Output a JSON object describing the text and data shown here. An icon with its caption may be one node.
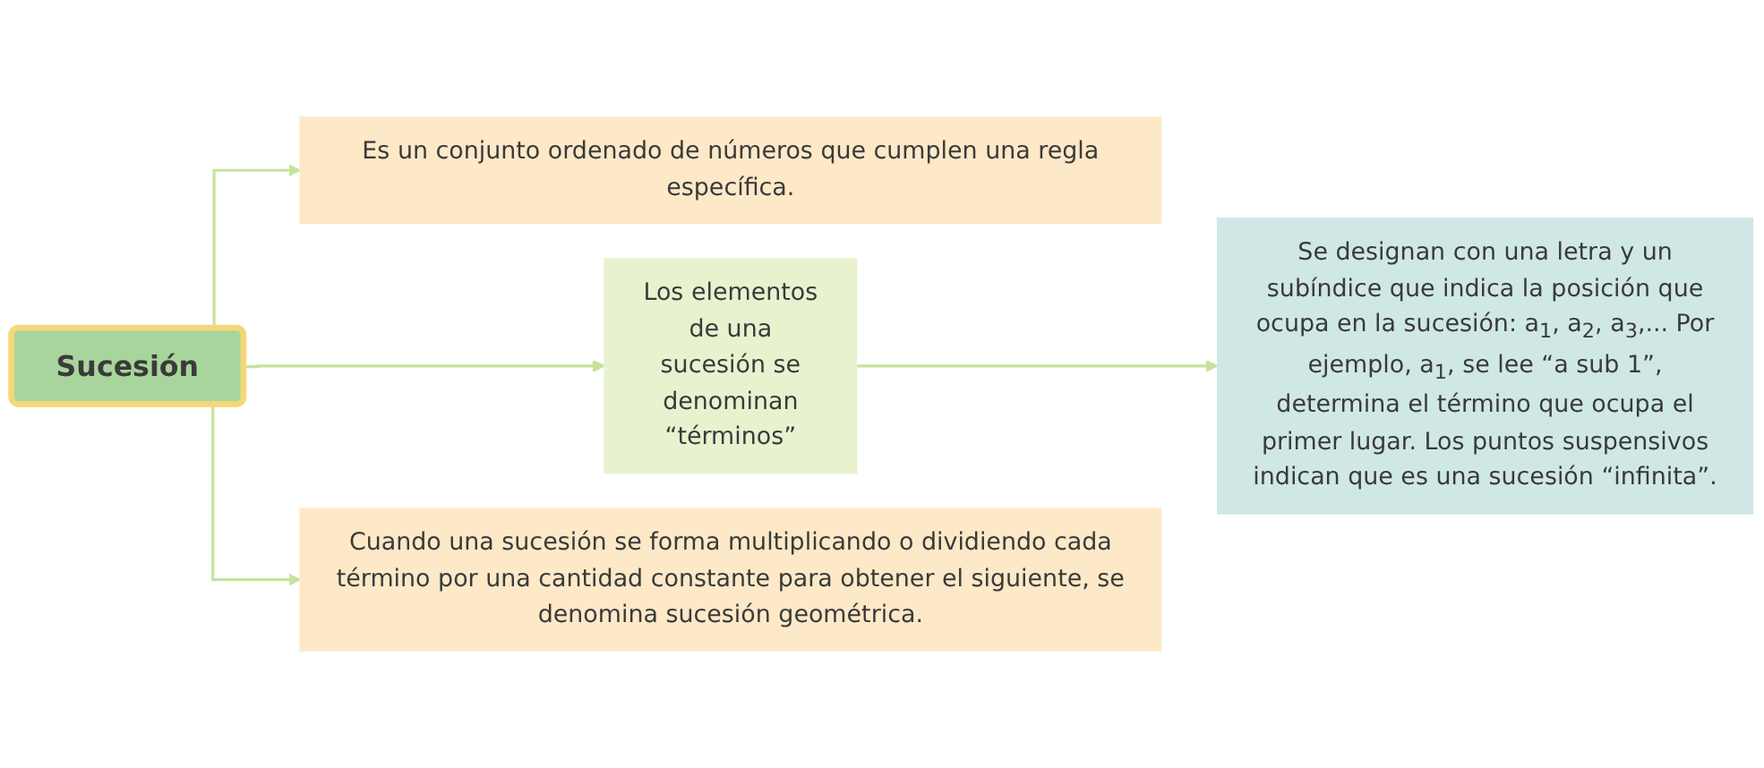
{
  "diagram": {
    "nodes": [
      {
        "text": [
          "Sucesión"
        ]
      },
      {
        "text": [
          "Es un conjunto ordenado de números que cumplen una regla específica."
        ]
      },
      {
        "text": [
          "Los elementos de una sucesión se denominan “términos”"
        ]
      },
      {
        "text": [
          "Se designan con una letra y un subíndice que indica la posición que ocupa en la sucesión: a$_{1}$, a$_{2}$, a$_{3}$,... Por ejemplo, a$_{1}$, se lee “a sub 1”, determina el término que ocupa el primer lugar. Los puntos suspensivos indican que es una sucesión “infinita”."
        ]
      },
      {
        "text": [
          "Cuando una sucesión se forma multiplicando o dividiendo cada término por una cantidad constante para obtener el siguiente, se denomina sucesión geométrica."
        ]
      }
    ],
    "edges": [
      {
        "from": 0,
        "to": 1,
        "arrow": "to"
      },
      {
        "from": 0,
        "to": 2,
        "arrow": "to"
      },
      {
        "from": 2,
        "to": 3,
        "arrow": "to"
      },
      {
        "from": 0,
        "to": 4,
        "arrow": "to"
      }
    ]
  }
}
